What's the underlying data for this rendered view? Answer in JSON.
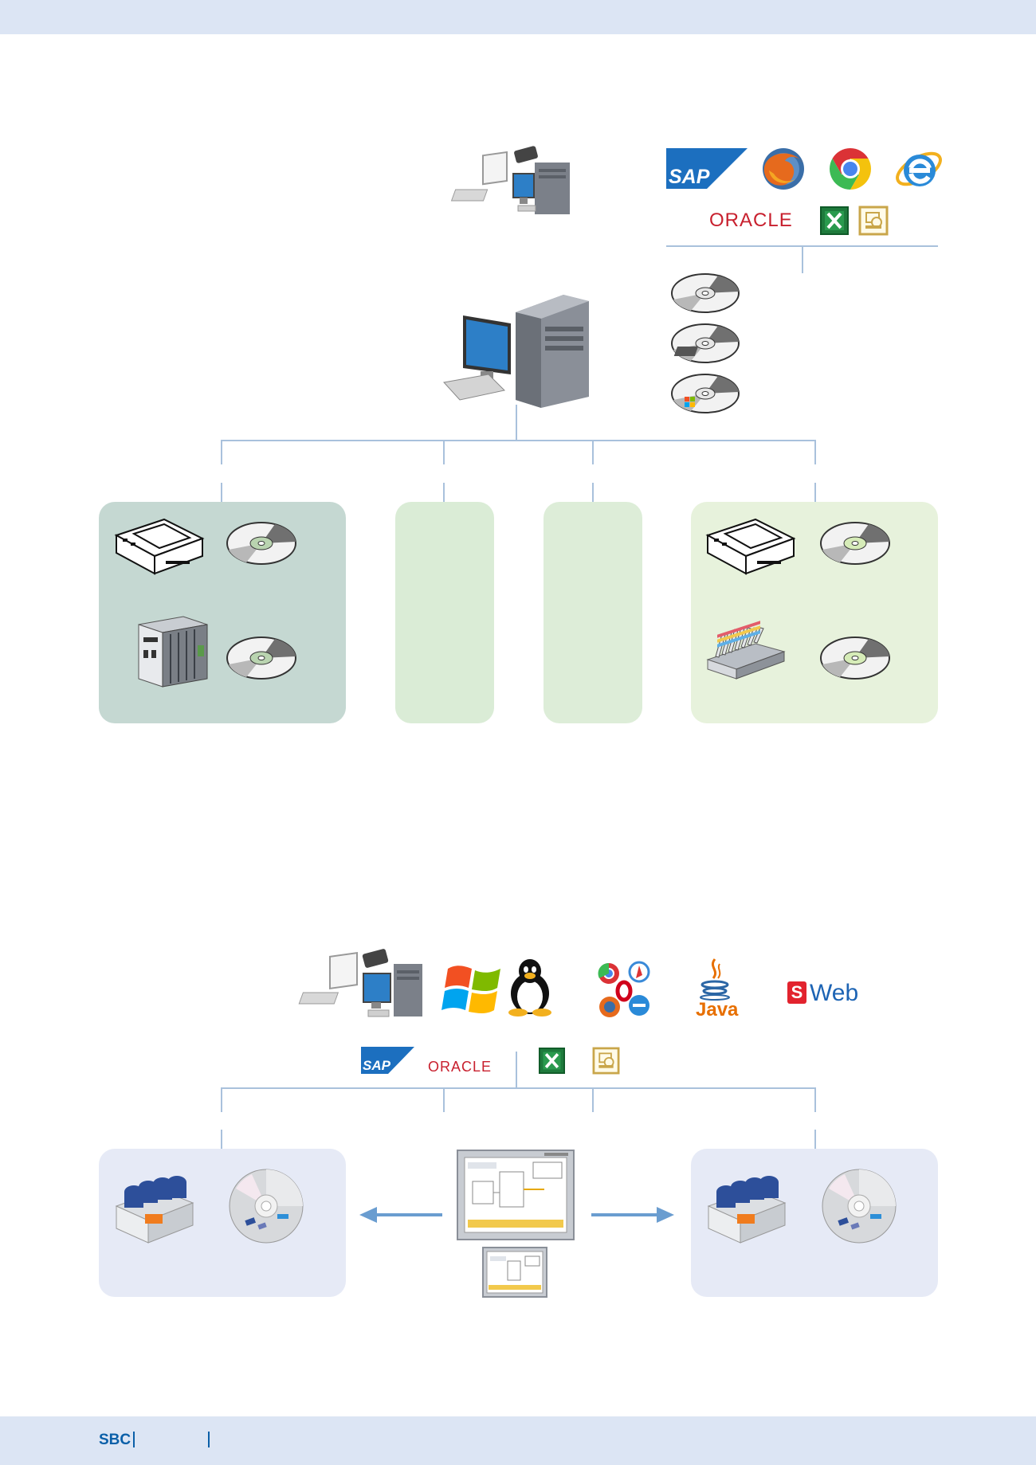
{
  "colors": {
    "band": "#dce5f4",
    "brand_blue": "#0a5fa8",
    "connector": "#a9c1dc",
    "panel_gray_green": "#c5d8d2",
    "panel_green": "#daecd6",
    "panel_light_green": "#e7f2dc",
    "panel_blue": "#e6eaf6",
    "sap_blue": "#1c6fbf",
    "oracle_red": "#c8202e",
    "excel_green": "#1e7a3c",
    "report_gold": "#c9a64a",
    "sweb_red": "#e2232e",
    "sweb_blue": "#1d64b4",
    "java_orange": "#e76f00"
  },
  "logos": {
    "sap": "SAP",
    "oracle": "ORACLE",
    "java": "Java",
    "sweb_badge": "S",
    "sweb": "Web"
  },
  "footer": {
    "brand": "SBC"
  },
  "icons": [
    "workstation-icon",
    "server-pc-icon",
    "firefox-icon",
    "chrome-icon",
    "internet-explorer-icon",
    "excel-icon",
    "report-icon",
    "cd-icon",
    "hmi-panel-icon",
    "plc-icon",
    "io-module-icon",
    "windows-icon",
    "linux-icon",
    "browsers-icon",
    "touch-panel-icon",
    "arrow-left-icon",
    "arrow-right-icon"
  ]
}
